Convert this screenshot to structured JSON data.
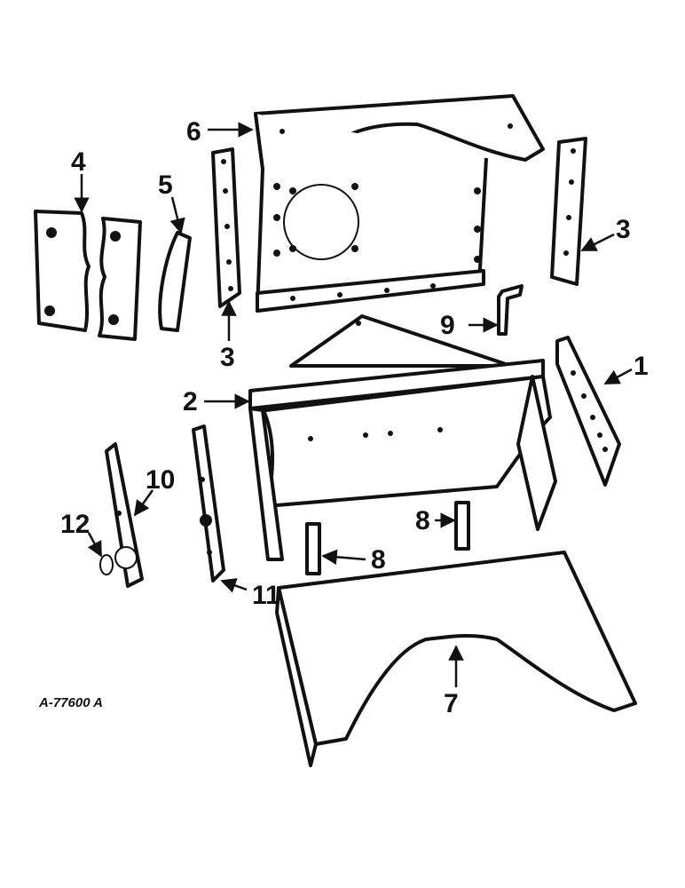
{
  "diagram": {
    "drawing_number": "A-77600 A",
    "callouts": [
      {
        "id": "c1",
        "label": "1"
      },
      {
        "id": "c2",
        "label": "2"
      },
      {
        "id": "c3a",
        "label": "3"
      },
      {
        "id": "c3b",
        "label": "3"
      },
      {
        "id": "c4",
        "label": "4"
      },
      {
        "id": "c5",
        "label": "5"
      },
      {
        "id": "c6",
        "label": "6"
      },
      {
        "id": "c7",
        "label": "7"
      },
      {
        "id": "c8a",
        "label": "8"
      },
      {
        "id": "c8b",
        "label": "8"
      },
      {
        "id": "c9",
        "label": "9"
      },
      {
        "id": "c10",
        "label": "10"
      },
      {
        "id": "c11",
        "label": "11"
      },
      {
        "id": "c12",
        "label": "12"
      }
    ]
  }
}
